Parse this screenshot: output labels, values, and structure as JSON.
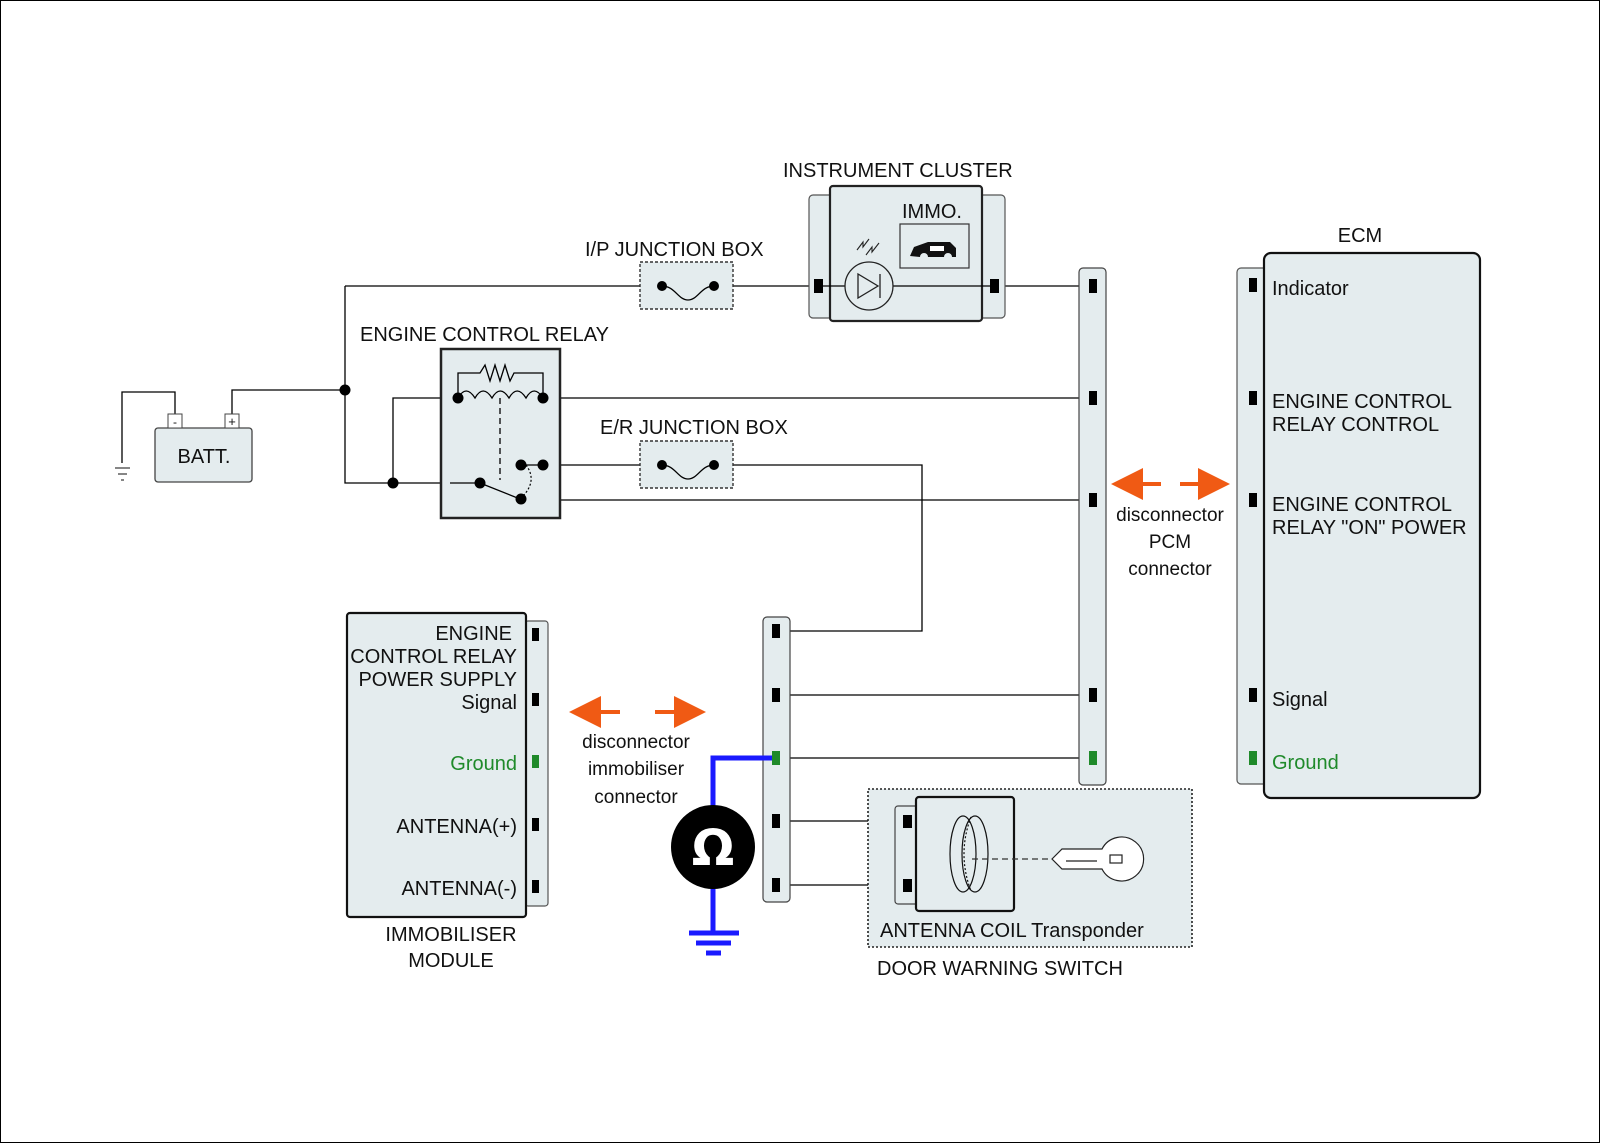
{
  "colors": {
    "box_fill": "#e4ecee",
    "wire": "#000000",
    "ground_wire": "#1a1aff",
    "ground_pin": "#1f8a2a",
    "arrow": "#f05a14",
    "text": "#111111",
    "ground_text": "#1f8a2a"
  },
  "components": {
    "battery": {
      "label": "BATT.",
      "minus": "-",
      "plus": "+"
    },
    "ip_junction_box": {
      "label": "I/P JUNCTION BOX"
    },
    "er_junction_box": {
      "label": "E/R JUNCTION BOX"
    },
    "engine_control_relay": {
      "label": "ENGINE CONTROL RELAY"
    },
    "instrument_cluster": {
      "label": "INSTRUMENT CLUSTER",
      "immo_label": "IMMO."
    },
    "ecm": {
      "label": "ECM",
      "pins": [
        {
          "line1": "Indicator",
          "line2": ""
        },
        {
          "line1": "ENGINE CONTROL",
          "line2": "RELAY CONTROL"
        },
        {
          "line1": "ENGINE CONTROL",
          "line2": "RELAY \"ON\" POWER"
        },
        {
          "line1": "Signal",
          "line2": ""
        },
        {
          "line1": "Ground",
          "line2": ""
        }
      ]
    },
    "immobiliser_module": {
      "label_line1": "IMMOBILISER",
      "label_line2": "MODULE",
      "pins": [
        {
          "lines": [
            "ENGINE",
            "CONTROL RELAY",
            "POWER SUPPLY"
          ]
        },
        {
          "lines": [
            "Signal"
          ]
        },
        {
          "lines": [
            "Ground"
          ]
        },
        {
          "lines": [
            "ANTENNA(+)"
          ]
        },
        {
          "lines": [
            "ANTENNA(-)"
          ]
        }
      ]
    },
    "door_warning_switch": {
      "label": "DOOR WARNING SWITCH",
      "inner_label": "ANTENNA COIL Transponder"
    },
    "ohmmeter": {
      "symbol": "Ω"
    }
  },
  "annotations": {
    "pcm": {
      "line1": "disconnector",
      "line2": "PCM",
      "line3": "connector"
    },
    "immobiliser": {
      "line1": "disconnector",
      "line2": "immobiliser",
      "line3": "connector"
    }
  }
}
